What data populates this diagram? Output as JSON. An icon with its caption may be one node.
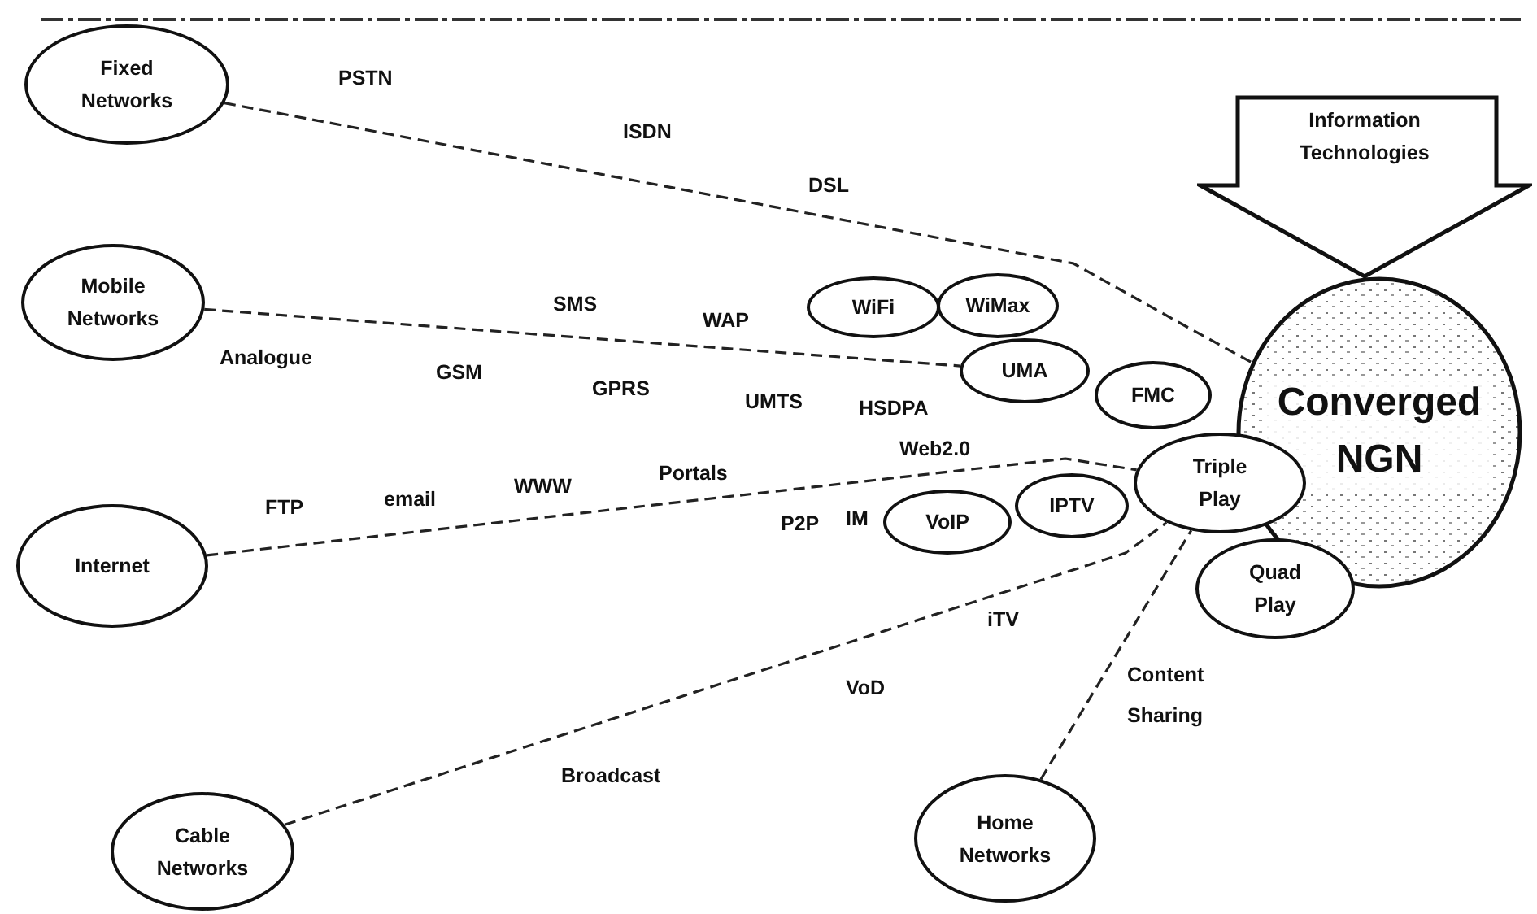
{
  "diagram": {
    "nodes": [
      {
        "text": [
          "Fixed Networks"
        ]
      },
      {
        "text": [
          "Mobile Networks"
        ]
      },
      {
        "text": [
          "Internet"
        ]
      },
      {
        "text": [
          "Cable Networks"
        ]
      },
      {
        "text": [
          "Home Networks"
        ]
      },
      {
        "text": [
          "Information Technologies"
        ]
      },
      {
        "text": [
          "Converged NGN"
        ]
      },
      {
        "text": [
          "WiFi"
        ]
      },
      {
        "text": [
          "WiMax"
        ]
      },
      {
        "text": [
          "UMA"
        ]
      },
      {
        "text": [
          "FMC"
        ]
      },
      {
        "text": [
          "Triple Play"
        ]
      },
      {
        "text": [
          "IPTV"
        ]
      },
      {
        "text": [
          "VoIP"
        ]
      },
      {
        "text": [
          "Quad Play"
        ]
      }
    ],
    "edges": [
      {
        "from": 0,
        "to": 6,
        "arrow": "none",
        "style": "dashed"
      },
      {
        "from": 1,
        "to": 9,
        "arrow": "none",
        "style": "dashed"
      },
      {
        "from": 2,
        "to": 11,
        "arrow": "none",
        "style": "dashed"
      },
      {
        "from": 3,
        "to": 11,
        "arrow": "none",
        "style": "dashed"
      },
      {
        "from": 4,
        "to": 11,
        "arrow": "none",
        "style": "dashed"
      }
    ],
    "labels": [
      "PSTN",
      "ISDN",
      "DSL",
      "SMS",
      "WAP",
      "Analogue",
      "GSM",
      "GPRS",
      "UMTS",
      "HSDPA",
      "Web2.0",
      "FTP",
      "email",
      "WWW",
      "Portals",
      "P2P",
      "IM",
      "iTV",
      "VoD",
      "Broadcast",
      "Content Sharing"
    ]
  }
}
